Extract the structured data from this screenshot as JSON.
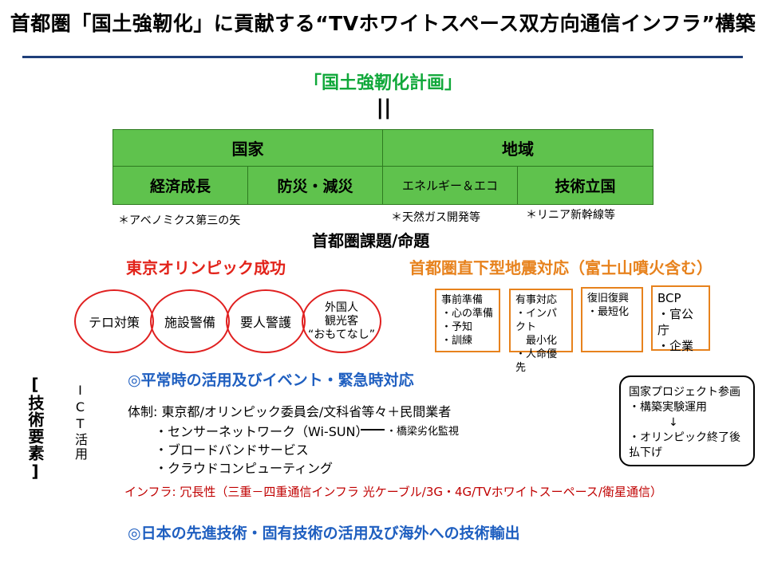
{
  "header": {
    "title": "首都圏「国土強靭化」に貢献する“TVホワイトスペース双方向通信インフラ”構築"
  },
  "plan": {
    "title": "「国土強靭化計画」",
    "equals": "||"
  },
  "grid": {
    "top": [
      "国家",
      "地域"
    ],
    "bottom": [
      "経済成長",
      "防災・減災",
      "エネルギー＆エコ",
      "技術立国"
    ],
    "notes": [
      "＊アベノミクス第三の矢",
      "＊天然ガス開発等",
      "＊リニア新幹線等"
    ]
  },
  "subtitle": "首都圏課題/命題",
  "olympic": {
    "title": "東京オリンピック成功",
    "circles": [
      "テロ対策",
      "施設警備",
      "要人警護",
      "外国人\n観光客\n“おもてなし”"
    ]
  },
  "quake": {
    "title": "首都圏直下型地震対応（富士山噴火含む）",
    "boxes": [
      {
        "head": "事前準備",
        "lines": [
          "・心の準備",
          "・予知",
          "・訓練"
        ]
      },
      {
        "head": "有事対応",
        "lines": [
          "・インパクト",
          "　最小化",
          "・人命優先"
        ]
      },
      {
        "head": "復旧復興",
        "lines": [
          "・最短化"
        ]
      },
      {
        "head": "BCP",
        "lines": [
          "・官公庁",
          "・企業"
        ]
      }
    ]
  },
  "tech": {
    "bracket": "[技術要素]",
    "ict": "ICT活用",
    "section1": "◎平常時の活用及びイベント・緊急時対応",
    "regime": "体制: 東京都/オリンピック委員会/文科省等々＋民間業者",
    "items": [
      "・センサーネットワーク（Wi-SUN）",
      "・ブロードバンドサービス",
      "・クラウドコンピューティング"
    ],
    "monitor": "・橋梁劣化監視",
    "infra": "インフラ: 冗長性（三重－四重通信インフラ  光ケーブル/3G・4G/TVホワイトスーペース/衛星通信）",
    "section2": "◎日本の先進技術・固有技術の活用及び海外への技術輸出"
  },
  "project": {
    "line1": "国家プロジェクト参画",
    "line2": "・構築実験運用",
    "arrow": "↓",
    "line3": "・オリンピック終了後",
    "line4": "払下げ"
  },
  "colors": {
    "green": "#10a83a",
    "grid_fill": "#5fc24d",
    "red": "#e2231a",
    "orange": "#e7821d",
    "blue": "#1f5fc0",
    "rule": "#1f3f7a"
  }
}
